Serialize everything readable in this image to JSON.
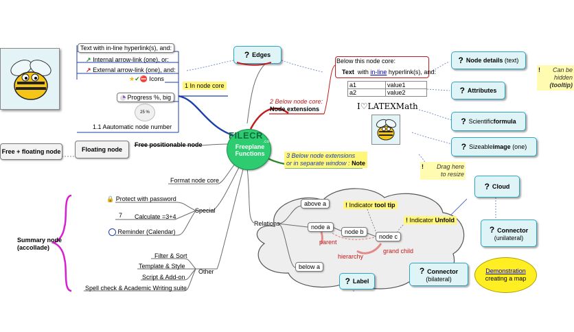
{
  "root": {
    "line1": "Freeplane",
    "line2": "Functions",
    "watermark": "FILECR",
    "watermark_suffix": ".com"
  },
  "branch1": {
    "label": "1 In node core",
    "hyperlink": "Text with in-line hyperlink(s), and:",
    "internal": "Internal arrow-link (one), or:",
    "external": "External arrow-link (one), and:",
    "icons": "Icons",
    "progress": "Progress %, big",
    "progress_value": "25 %",
    "autonumber": "1.1 Aautomatic node number"
  },
  "branch2": {
    "label_line1": "2 Below node core:",
    "label_line2": "Node extensions",
    "below_core": "Below this node core:",
    "text_prefix": "Text",
    "text_with": "with",
    "text_link": "in-line",
    "text_suffix": "hyperlink(s), and:",
    "attributes": [
      [
        "a1",
        "value1"
      ],
      [
        "a2",
        "value2"
      ]
    ],
    "latex": "I♡LATEXMath"
  },
  "branch3": {
    "line1": "3 Below node extensions",
    "line2_prefix": "or in separate window : ",
    "line2_bold": "Note"
  },
  "edges": "Edges",
  "cyan_nodes": {
    "node_details": "Node details",
    "node_details_suffix": "(text)",
    "attributes": "Attributes",
    "scientific_prefix": "Scientific ",
    "scientific_bold": "formula",
    "sizeable_prefix": "Sizeable ",
    "sizeable_bold": "image",
    "sizeable_suffix": "(one)",
    "cloud": "Cloud",
    "connector_title": "Connector",
    "connector_sub": "(unilateral)",
    "connector_bi_title": "Connector",
    "connector_bi_sub": "(bilateral)",
    "label": "Label"
  },
  "notes": {
    "tooltip_l1": "Can be",
    "tooltip_l2": "hidden",
    "tooltip_l3": "(tooltip)",
    "drag_l1": "Drag here",
    "drag_l2": "to resize"
  },
  "left": {
    "free_floating": "Free + floating node",
    "floating": "Floating node",
    "free_positionable": "Free positionable node",
    "format": "Format node core",
    "special": "Special",
    "protect": "Protect with password",
    "calc_value": "7",
    "calc": "Calculate =3+4",
    "reminder": "Reminder (Calendar)",
    "summary_l1": "Summary node",
    "summary_l2": "(accollade)",
    "other": "Other",
    "filter": "Filter & Sort",
    "template": "Template & Style",
    "script": "Script & Add-on",
    "spell": "Spell check & Academic Writing suite"
  },
  "relations": {
    "relations": "Relations",
    "above": "above a",
    "node_a": "node a",
    "node_b": "node b",
    "node_c": "node c",
    "below": "below a",
    "parent": "parent",
    "grand_child": "grand child",
    "hierarchy": "hierarchy",
    "tooltip_prefix": "Indicator ",
    "tooltip_bold": "tool tip",
    "unfold_prefix": "Indicator ",
    "unfold_bold": "Unfold"
  },
  "demo": {
    "line1": "Demonstration",
    "line2": "creating a map"
  },
  "colors": {
    "root_green": "#2ecc71",
    "cyan_fill": "#dff4f7",
    "cyan_border": "#2aa6c4",
    "yellow": "#fff67a",
    "magenta": "#d61fd0",
    "blue_edge": "#1a3fa8",
    "red_edge": "#c21a1a",
    "green_edge": "#2a8a2a",
    "grey_edge": "#6a6a6a"
  }
}
